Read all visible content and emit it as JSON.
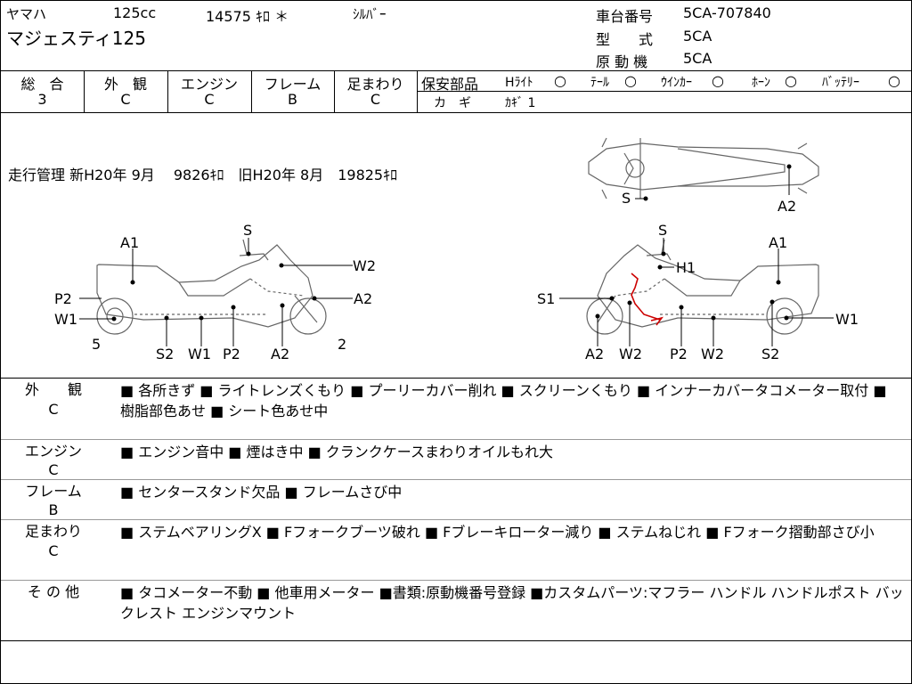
{
  "header": {
    "maker": "ヤマハ",
    "cc": "125cc",
    "mileage": "14575 ｷﾛ ＊",
    "color": "ｼﾙﾊﾞｰ",
    "model": "マジェスティ125",
    "frame_label": "車台番号",
    "frame_value": "5CA-707840",
    "type_label": "型　　式",
    "type_value": "5CA",
    "engine_label": "原 動 機",
    "engine_value": "5CA"
  },
  "grades": {
    "headers": [
      "総　合",
      "外　観",
      "エンジン",
      "フレーム",
      "足まわり"
    ],
    "values": [
      "3",
      "C",
      "C",
      "B",
      "C"
    ]
  },
  "safety": {
    "title": "保安部品",
    "items": [
      "Hﾗｲﾄ",
      "ﾃｰﾙ",
      "ｳｲﾝｶｰ",
      "ﾎｰﾝ",
      "ﾊﾞｯﾃﾘｰ"
    ],
    "key_label": "カ　ギ",
    "key_value": "ｶｷﾞ 1"
  },
  "mileage_history": "走行管理 新H20年 9月　 9826ｷﾛ　旧H20年 8月　19825ｷﾛ",
  "diagram": {
    "left": {
      "s": "S",
      "a1": "A1",
      "w2": "W2",
      "p2a": "P2",
      "a2r": "A2",
      "w1a": "W1",
      "five": "5",
      "two": "2",
      "s2": "S2",
      "w1b": "W1",
      "p2b": "P2",
      "a2b": "A2"
    },
    "right": {
      "s": "S",
      "a1": "A1",
      "h1": "H1",
      "s1": "S1",
      "w1": "W1",
      "a2": "A2",
      "w2a": "W2",
      "p2": "P2",
      "w2b": "W2",
      "s2": "S2"
    },
    "top": {
      "s": "S",
      "a2": "A2"
    }
  },
  "sections": [
    {
      "label": "外　　観",
      "grade": "C",
      "text": "■ 各所きず ■ ライトレンズくもり ■ プーリーカバー削れ ■ スクリーンくもり ■ インナーカバータコメーター取付 ■ 樹脂部色あせ ■ シート色あせ中"
    },
    {
      "label": "エンジン",
      "grade": "C",
      "text": "■ エンジン音中 ■ 煙はき中 ■ クランクケースまわりオイルもれ大"
    },
    {
      "label": "フレーム",
      "grade": "B",
      "text": "■ センタースタンド欠品 ■ フレームさび中"
    },
    {
      "label": "足まわり",
      "grade": "C",
      "text": "■ ステムベアリングX ■ Fフォークブーツ破れ ■ Fブレーキローター減り ■ ステムねじれ ■ Fフォーク摺動部さび小"
    },
    {
      "label": "そ の 他",
      "grade": "",
      "text": "■ タコメーター不動 ■ 他車用メーター ■書類:原動機番号登録 ■カスタムパーツ:マフラー ハンドル ハンドルポスト バックレスト エンジンマウント"
    }
  ]
}
